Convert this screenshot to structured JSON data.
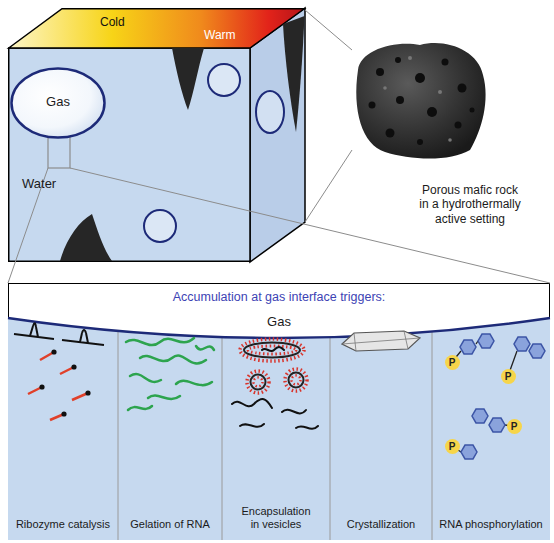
{
  "diagram": {
    "nodes": [
      {
        "text": [
          "Cold",
          "Warm",
          "Water"
        ]
      },
      {
        "text": [
          "Gas"
        ],
        "in": 0
      },
      {
        "text": [
          "Porous mafic rock in a hydrothermally active setting"
        ]
      },
      {
        "text": [
          "Accumulation at gas interface triggers:",
          "Gas"
        ]
      },
      {
        "text": [
          "Ribozyme catalysis"
        ],
        "in": 3
      },
      {
        "text": [
          "Gelation of RNA"
        ],
        "in": 3
      },
      {
        "text": [
          "Encapsulation in vesicles"
        ],
        "in": 3
      },
      {
        "text": [
          "Crystallization"
        ],
        "in": 3
      },
      {
        "text": [
          "RNA phosphorylation"
        ],
        "in": 3
      }
    ],
    "edges": [
      {
        "from": 0,
        "to": 2,
        "arrow": "none"
      },
      {
        "from": 0,
        "to": 2,
        "arrow": "none"
      },
      {
        "from": 0,
        "to": 3,
        "arrow": "none"
      },
      {
        "from": 0,
        "to": 3,
        "arrow": "none"
      }
    ],
    "labels": [
      "P",
      "P",
      "P",
      "P"
    ]
  }
}
